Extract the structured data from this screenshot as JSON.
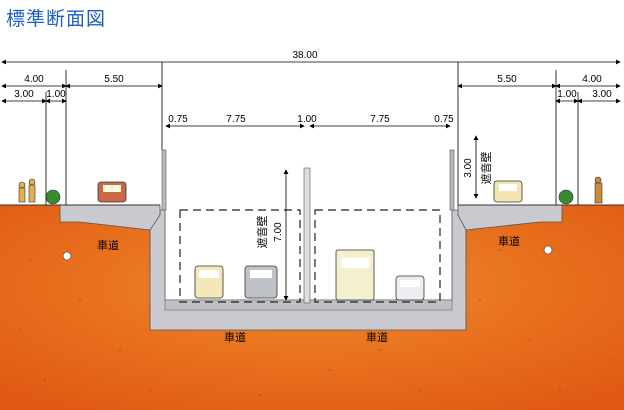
{
  "title": "標準断面図",
  "dimensions": {
    "total": "38.00",
    "left_side": "4.00",
    "left_sidewalk": "3.00",
    "left_planting": "1.00",
    "left_road": "5.50",
    "right_side": "4.00",
    "right_sidewalk": "3.00",
    "right_planting": "1.00",
    "right_road": "5.50",
    "wall_left": "0.75",
    "wall_right": "0.75",
    "lane_left": "7.75",
    "lane_right": "7.75",
    "median": "1.00",
    "wall_height_left": "7.00",
    "wall_height_right": "3.00"
  },
  "labels": {
    "noise_wall_left": "遮音壁",
    "noise_wall_right": "遮音壁",
    "road_upper_left": "車道",
    "road_upper_right": "車道",
    "road_bottom_left": "車道",
    "road_bottom_right": "車道"
  },
  "colors": {
    "soil": "#e8691d",
    "concrete": "#c9c9cf",
    "title": "#1f5fc4"
  }
}
